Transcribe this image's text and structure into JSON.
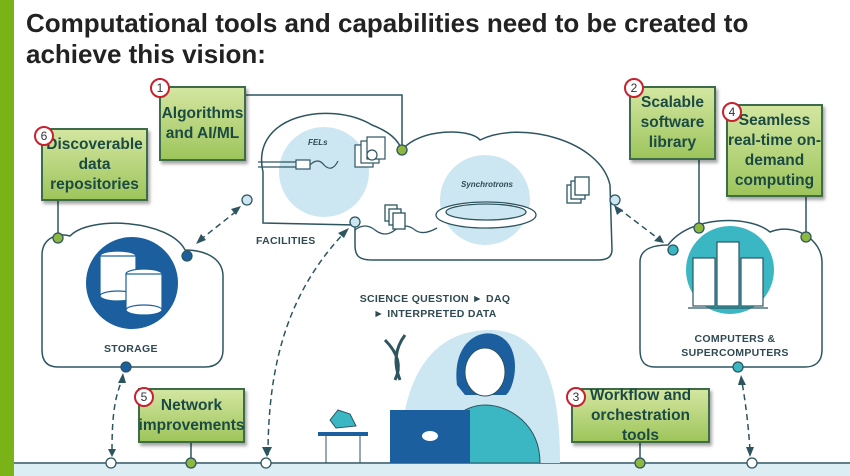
{
  "title": "Computational tools and capabilities need to be created to achieve this vision:",
  "boxes": [
    {
      "number": "1",
      "label": "Algorithms and AI/ML"
    },
    {
      "number": "2",
      "label": "Scalable software library"
    },
    {
      "number": "3",
      "label": "Workflow and orchestration tools"
    },
    {
      "number": "4",
      "label": "Seamless real-time on-demand computing"
    },
    {
      "number": "5",
      "label": "Network improvements"
    },
    {
      "number": "6",
      "label": "Discoverable data repositories"
    }
  ],
  "labels": {
    "facilities": "FACILITIES",
    "fels": "FELs",
    "synchrotrons": "Synchrotrons",
    "storage": "STORAGE",
    "computers_line1": "COMPUTERS &",
    "computers_line2": "SUPERCOMPUTERS",
    "science_line1": "SCIENCE QUESTION ► DAQ",
    "science_line2": "► INTERPRETED DATA"
  },
  "colors": {
    "accent_bar": "#7ab317",
    "box_fill": "#9ec55c",
    "line": "#2d5560",
    "storage": "#1b5f9e",
    "computers": "#3bb7c3",
    "badge_ring": "#c8202e"
  }
}
